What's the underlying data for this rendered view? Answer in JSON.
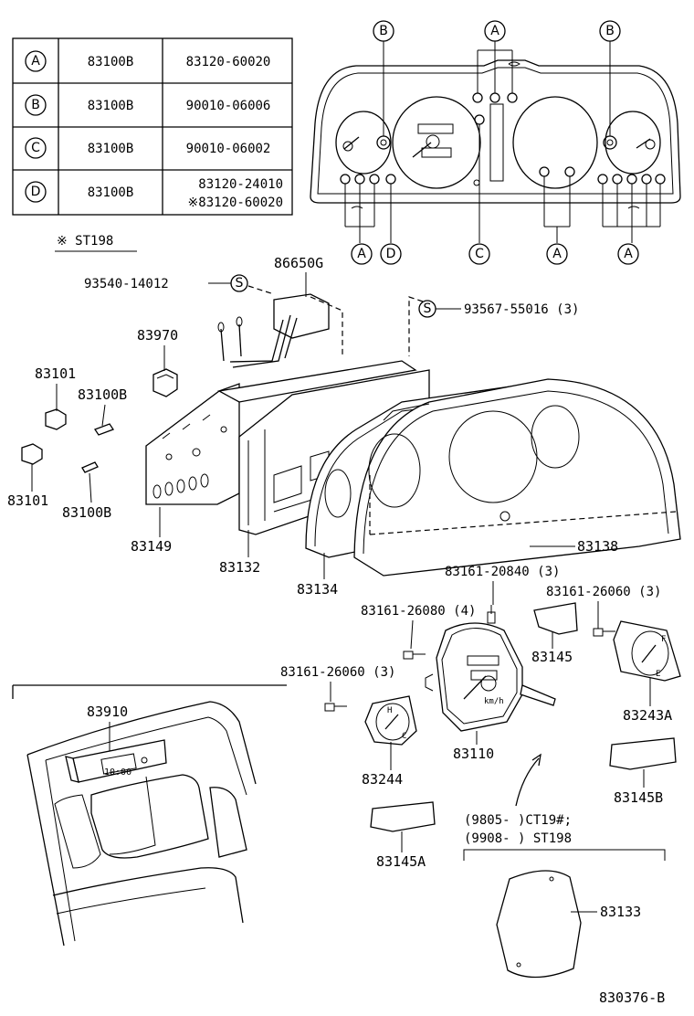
{
  "legend": {
    "rows": [
      {
        "letter": "A",
        "part": "83100B",
        "numbers": [
          "83120-60020"
        ]
      },
      {
        "letter": "B",
        "part": "83100B",
        "numbers": [
          "90010-06006"
        ]
      },
      {
        "letter": "C",
        "part": "83100B",
        "numbers": [
          "90010-06002"
        ]
      },
      {
        "letter": "D",
        "part": "83100B",
        "numbers": [
          "83120-24010",
          "※83120-60020"
        ]
      }
    ],
    "note": "※ ST198"
  },
  "callouts": {
    "top_b_left": "B",
    "top_a": "A",
    "top_b_right": "B",
    "bot_a_left": "A",
    "bot_d": "D",
    "bot_c": "C",
    "bot_a_mid": "A",
    "bot_a_right": "A"
  },
  "screw_mark": "S",
  "parts": {
    "p86650G": "86650G",
    "p93540": "93540-14012",
    "p93567": "93567-55016 (3)",
    "p83970": "83970",
    "p83101a": "83101",
    "p83100Ba": "83100B",
    "p83101b": "83101",
    "p83100Bb": "83100B",
    "p83149": "83149",
    "p83132": "83132",
    "p83134": "83134",
    "p83138": "83138",
    "p83161_20840": "83161-20840 (3)",
    "p83161_26060a": "83161-26060 (3)",
    "p83161_26080": "83161-26080 (4)",
    "p83145": "83145",
    "p83161_26060b": "83161-26060 (3)",
    "p83243A": "83243A",
    "p83910": "83910",
    "p83244": "83244",
    "p83110": "83110",
    "p83145B": "83145B",
    "p83145A": "83145A",
    "p83133": "83133"
  },
  "note_lines": [
    "(9805-      )CT19#;",
    "(9908-      ) ST198"
  ],
  "diagram_id": "830376-B",
  "gauge_texts": {
    "kmh": "km/h",
    "clock": "10:00",
    "fuel_f": "F",
    "fuel_e": "E",
    "temp_h": "H",
    "temp_c": "C"
  }
}
